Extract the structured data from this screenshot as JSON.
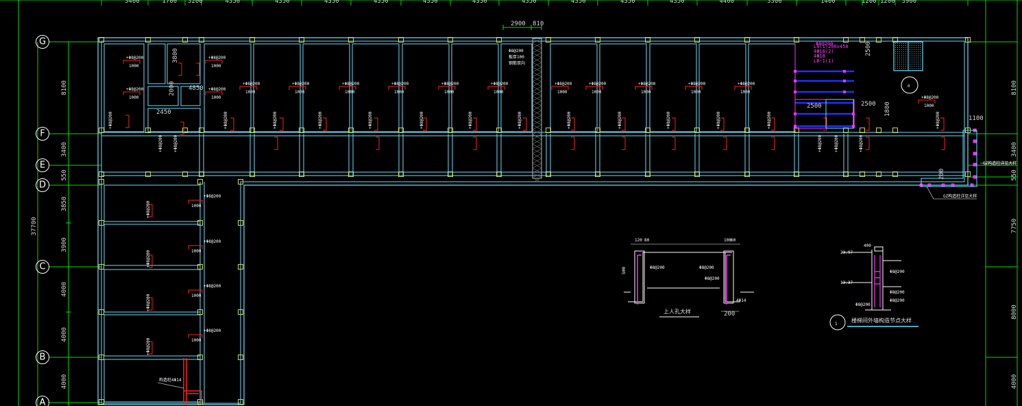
{
  "drawing": {
    "background": "#000000",
    "colors": {
      "grid": "#00e000",
      "wall": "#66e0ff",
      "wall_inner": "#9ab4ff",
      "rebar": "#ff2020",
      "beam_label": "#e8e8e8",
      "highlight": "#ff30ff",
      "stair_blue": "#2030ff",
      "dim_text": "#d8d8d8"
    }
  },
  "top_dimensions": [
    "3400",
    "1700",
    "3200",
    "4350",
    "4350",
    "4350",
    "4350",
    "4350",
    "4350",
    "4350",
    "4350",
    "4350",
    "4350",
    "4400",
    "3300",
    "1400",
    "1200",
    "1200",
    "3900"
  ],
  "top_small_dims": [
    "2900",
    "810"
  ],
  "axes": [
    "G",
    "F",
    "E",
    "D",
    "C",
    "B",
    "A"
  ],
  "left_dimensions": [
    "8100",
    "3400",
    "550",
    "3850",
    "3900",
    "4000",
    "4000",
    "4000"
  ],
  "left_total": "37700",
  "right_dimensions": [
    "8100",
    "3400",
    "550",
    "7750",
    "8000",
    "4000"
  ],
  "room_dims": [
    "3800",
    "2000",
    "4850",
    "2450",
    "2500",
    "2500",
    "2500",
    "1800",
    "1100",
    "200"
  ],
  "top_notes": [
    "Φ8@200",
    "Φ8@200"
  ],
  "slab_labels": [
    "+Φ8@200",
    "1000"
  ],
  "middle_notes": [
    "Φ8@200",
    "板厚100",
    "钢筋双向"
  ],
  "stair_notes": [
    "L4(1)200x450",
    "4Φ18(2)",
    "4Φ18",
    "LB-1(1)"
  ],
  "gz_labels": [
    "GZ构造柱详见大样",
    "GZ构造柱详见大样"
  ],
  "bottom_left_note": "构造柱4Φ14",
  "section_a": {
    "title": "上人孔大样",
    "dims": [
      "120",
      "80",
      "100",
      "60",
      "200",
      "500"
    ],
    "labels": [
      "Φ8@200",
      "Φ8@200",
      "Φ8@200",
      "4Φ14"
    ]
  },
  "section_b": {
    "title": "楼梯间外墙构造节点大样",
    "symbol": "1",
    "dims": [
      "400"
    ],
    "levels": [
      "23.97",
      "13.37"
    ],
    "labels": [
      "Φ8@200",
      "Φ8@200",
      "Φ8@200",
      "Φ8@200"
    ]
  }
}
